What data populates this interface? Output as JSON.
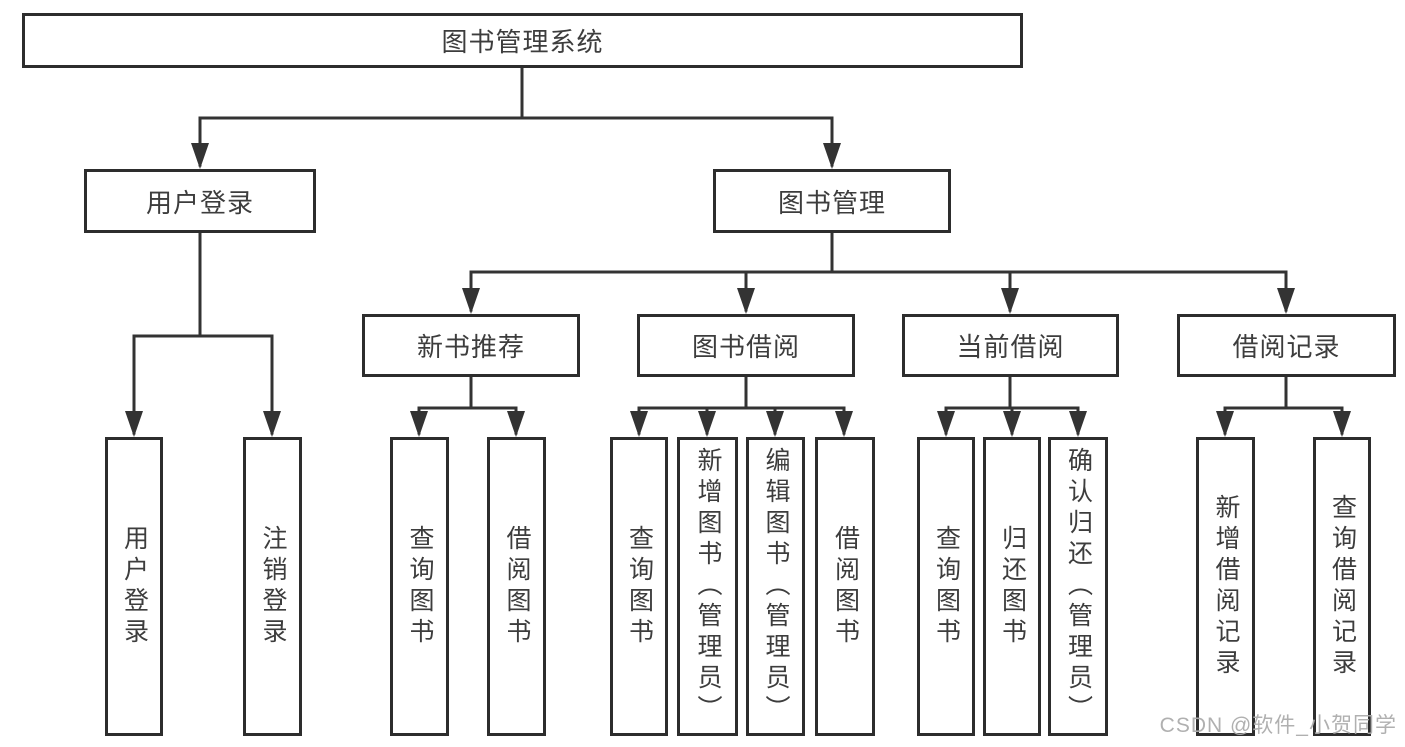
{
  "diagram": {
    "type": "hierarchy-tree",
    "colors": {
      "background": "#ffffff",
      "line": "#333333",
      "box_border": "#2d2d2d",
      "text": "#3d3d3d",
      "watermark": "#acacac"
    },
    "nodes": {
      "root": "图书管理系统",
      "branches": [
        {
          "label": "用户登录",
          "children": [
            "用户登录",
            "注销登录"
          ]
        },
        {
          "label": "图书管理",
          "groups": [
            {
              "label": "新书推荐",
              "children": [
                "查询图书",
                "借阅图书"
              ]
            },
            {
              "label": "图书借阅",
              "children": [
                "查询图书",
                "新增图书（管理员）",
                "编辑图书（管理员）",
                "借阅图书"
              ]
            },
            {
              "label": "当前借阅",
              "children": [
                "查询图书",
                "归还图书",
                "确认归还（管理员）"
              ]
            },
            {
              "label": "借阅记录",
              "children": [
                "新增借阅记录",
                "查询借阅记录"
              ]
            }
          ]
        }
      ]
    }
  },
  "watermark": "CSDN @软件_小贺同学"
}
